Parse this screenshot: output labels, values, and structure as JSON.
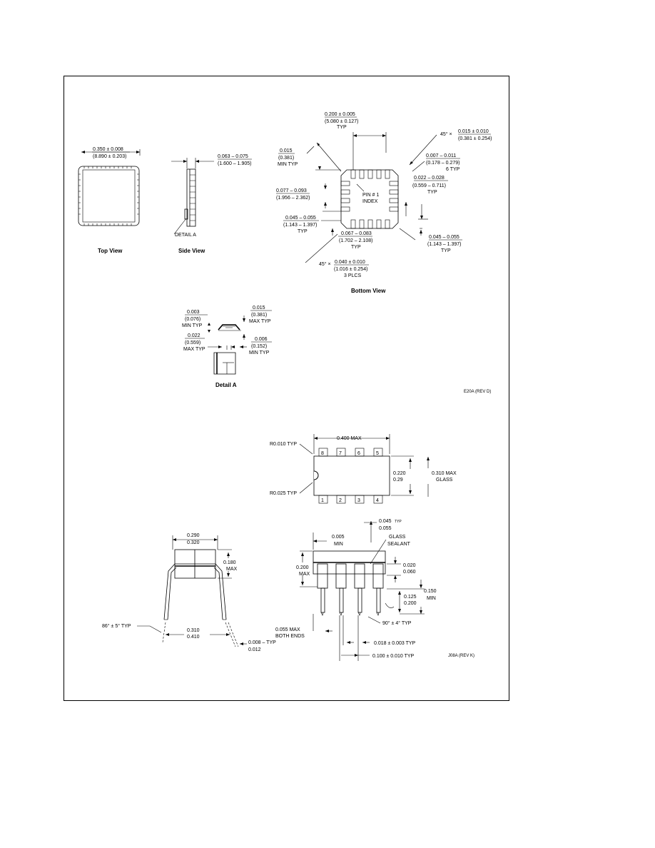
{
  "lcc": {
    "top_view": {
      "title": "Top View",
      "dim_width": "0.350 ± 0.008",
      "dim_width_mm": "(8.890 ± 0.203)"
    },
    "side_view": {
      "title": "Side View",
      "dim_height": "0.063 – 0.075",
      "dim_height_mm": "(1.600 – 1.905)",
      "detail_callout": "DETAIL A"
    },
    "bottom_view": {
      "title": "Bottom View",
      "pin_label": "PIN # 1",
      "index_label": "INDEX",
      "dim_pitch_top": "0.200 ± 0.005",
      "dim_pitch_top_mm": "(5.080 ± 0.127)",
      "dim_pitch_top_typ": "TYP",
      "dim_chamfer": "45° ×",
      "dim_chamfer_val": "0.015 ± 0.010",
      "dim_chamfer_mm": "(0.381 ± 0.254)",
      "dim_min_typ_a": "0.015",
      "dim_min_typ_a_mm": "(0.381)",
      "dim_min_typ_a_note": "MIN TYP",
      "dim_pad_a": "0.007 – 0.011",
      "dim_pad_a_mm": "(0.178 – 0.279)",
      "dim_pad_a_note": "6 TYP",
      "dim_pad_b": "0.022 – 0.028",
      "dim_pad_b_mm": "(0.559 – 0.711)",
      "dim_pad_b_note": "TYP",
      "dim_left": "0.077 – 0.093",
      "dim_left_mm": "(1.956 – 2.362)",
      "dim_left2": "0.045 – 0.055",
      "dim_left2_mm": "(1.143 – 1.397)",
      "dim_left2_note": "TYP",
      "dim_bottom": "0.067 – 0.083",
      "dim_bottom_mm": "(1.702 – 2.108)",
      "dim_bottom_note": "TYP",
      "dim_right": "0.045 – 0.055",
      "dim_right_mm": "(1.143 – 1.397)",
      "dim_right_note": "TYP",
      "dim_chamfer2": "45° ×",
      "dim_chamfer2_val": "0.040 ± 0.010",
      "dim_chamfer2_mm": "(1.016 ± 0.254)",
      "dim_chamfer2_note": "3 PLCS"
    },
    "detail_a": {
      "title": "Detail A",
      "d1": "0.003",
      "d1_mm": "(0.076)",
      "d1_note": "MIN TYP",
      "d2": "0.015",
      "d2_mm": "(0.381)",
      "d2_note": "MAX TYP",
      "d3": "0.022",
      "d3_mm": "(0.559)",
      "d3_note": "MAX TYP",
      "d4": "0.006",
      "d4_mm": "(0.152)",
      "d4_note": "MIN TYP"
    },
    "drawing_id": "E20A (REV D)"
  },
  "dip": {
    "top": {
      "r1": "R0.010 TYP",
      "r2": "R0.025 TYP",
      "len": "0.400 MAX",
      "w1": "0.220",
      "w1b": "0.29",
      "w2": "0.310 MAX",
      "w2b": "GLASS",
      "pins_top": [
        "8",
        "7",
        "6",
        "5"
      ],
      "pins_bottom": [
        "1",
        "2",
        "3",
        "4"
      ]
    },
    "end": {
      "w": "0.290",
      "wb": "0.320",
      "h": "0.180",
      "hb": "MAX",
      "angle": "86° ± 5° TYP",
      "spread": "0.310",
      "spreadb": "0.410",
      "lead": "0.008 – TYP",
      "leadb": "0.012"
    },
    "side": {
      "d_top": "0.045",
      "d_top_note": "TYP",
      "d_topb": "0.055",
      "d_min": "0.005",
      "d_minb": "MIN",
      "glass": "GLASS",
      "glassb": "SEALANT",
      "h": "0.200",
      "hb": "MAX",
      "t": "0.020",
      "tb": "0.060",
      "seat": "0.125",
      "seatb": "0.200",
      "lead_len": "0.150",
      "lead_lenb": "MIN",
      "ends": "0.055 MAX",
      "endsb": "BOTH ENDS",
      "angle": "90° ± 4° TYP",
      "lead_w": "0.018 ± 0.003 TYP",
      "pitch": "0.100 ± 0.010 TYP"
    },
    "drawing_id": "J08A (REV K)"
  }
}
